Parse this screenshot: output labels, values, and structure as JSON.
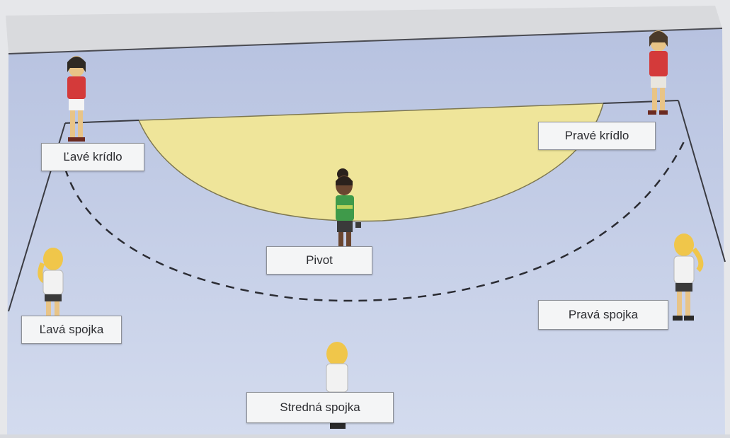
{
  "positions": {
    "left_wing": "Ľavé krídlo",
    "right_wing": "Pravé krídlo",
    "pivot": "Pivot",
    "left_back": "Ľavá spojka",
    "right_back": "Pravá spojka",
    "center_back": "Stredná spojka"
  },
  "colors": {
    "court": "#bcc7e3",
    "goal_area": "#f0e69a",
    "lines": "#2f3036",
    "player_shirt_red": "#d43a3a",
    "player_shirt_green": "#3f9a4a",
    "player_shirt_white": "#f2f2f2"
  }
}
